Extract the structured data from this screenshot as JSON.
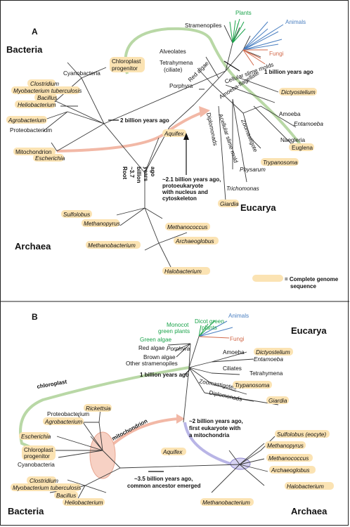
{
  "colors": {
    "highlight": "#fbe3b3",
    "plants": "#1aa34a",
    "animals": "#4a7fc1",
    "fungi": "#d2694a",
    "chloroplast_arrow": "#b9d8a6",
    "mito_arrow": "#f2b8a6",
    "archaea_ellipse": "#b9b5e6"
  },
  "panel_a": {
    "panel_label": "A",
    "domains": {
      "bacteria": "Bacteria",
      "eucarya": "Eucarya",
      "archaea": "Archaea"
    },
    "taxa": {
      "plants": "Plants",
      "animals": "Animals",
      "fungi": "Fungi",
      "stramenopiles": "Stramenopiles",
      "alveolates": "Alveolates",
      "tetrahymena": "Tetrahymena",
      "ciliate": "(ciliate)",
      "red_algae": "Red algae",
      "porphyra": "Porphyra",
      "cellular_slime": "Cellular slime molds",
      "dictyostelium": "Dictyostelium",
      "amoeba_flagellate": "Amoeba-flagellate",
      "amoeba": "Amoeba",
      "entamoeba": "Entamoeba",
      "naegleria": "Naegleria",
      "euglena": "Euglena",
      "zoomastigote": "Zoomastigote",
      "trypanosoma": "Trypanosoma",
      "acellular_slime": "Acellular slime mold",
      "physarum": "Physarum",
      "trichomonas": "Trichomonas",
      "diplomonads": "Diplomonads",
      "giardia": "Giardia",
      "chloroplast_prog": "Chloroplast",
      "progenitor": "progenitor",
      "cyanobacteria": "Cyanobacteria",
      "clostridium": "Clostridium",
      "myco": "Myobacterium tuberculosis",
      "bacillus": "Bacillus",
      "heliobacterium": "Heliobacterium",
      "agrobacterium": "Agrobacterium",
      "proteobacterium": "Proteobacterium",
      "mitochondrion": "Mitochondrion",
      "escherichia": "Escherichia",
      "aquifex": "Aquifex",
      "sulfolobus": "Sulfolobus",
      "methanopyrus": "Methanopyrus",
      "methanococcus": "Methanococcus",
      "archaeoglobus": "Archaeoglobus",
      "methanobacterium": "Methanobacterium",
      "halobacterium": "Halobacterium"
    },
    "notes": {
      "one_billion": "1 billion years ago",
      "two_billion": "2 billion years ago",
      "euk_1": "~2.1 billion years ago,",
      "euk_2": "protoeukaryote",
      "euk_3": "with nucleus and",
      "euk_4": "cytoskeleton",
      "root_1": "Root",
      "root_2": "~3.7",
      "root_3": "billion",
      "root_4": "years",
      "root_5": "ago"
    },
    "legend_1": "= Complete genome",
    "legend_2": "sequence"
  },
  "panel_b": {
    "panel_label": "B",
    "domains": {
      "eucarya": "Eucarya",
      "bacteria": "Bacteria",
      "archaea": "Archaea"
    },
    "taxa": {
      "animals": "Animals",
      "dicot_1": "Dicot green",
      "dicot_2": "plants",
      "monocot_1": "Monocot",
      "monocot_2": "green plants",
      "green_algae": "Green algae",
      "fungi": "Fungi",
      "red_algae": "Red algae",
      "porphyra": "Porphyra",
      "brown_algae": "Brown algae",
      "other_stram": "Other stramenopiles",
      "amoeba": "Amoeba",
      "dictyostelium": "Dictyostelium",
      "entamoeba": "Entamoeba",
      "ciliates": "Ciliates",
      "tetrahymena": "Tetrahymena",
      "zoomastigotes": "Zoomastigotes",
      "trypanosoma": "Trypanosoma",
      "diplomonads": "Diplomonads",
      "giardia": "Giardia",
      "rickettsia": "Rickettsia",
      "proteobacterium": "Proteobacterium",
      "agrobacterium": "Agrobacterium",
      "escherichia": "Escherichia",
      "chloroplast_prog": "Chloroplast",
      "progenitor": "progenitor",
      "cyanobacteria": "Cyanobacteria",
      "clostridium": "Clostridium",
      "myco": "Myobacterium tuberculosis",
      "bacillus": "Bacillus",
      "heliobacterium": "Heliobacterium",
      "aquifex": "Aquifex",
      "methanobacterium": "Methanobacterium",
      "sulfolobus": "Sulfolobus (eocyte)",
      "methanopyrus": "Methanopyrus",
      "methanococcus": "Methanococcus",
      "archaeoglobus": "Archaeoglobus",
      "halobacterium": "Halobacterium"
    },
    "notes": {
      "one_billion": "1 billion years ago",
      "two_1": "~2 billion years ago,",
      "two_2": "first eukaryote with",
      "two_3": "a mitochondria",
      "three_1": "~3.5 billion years ago,",
      "three_2": "common ancestor emerged",
      "chloroplast": "chloroplast",
      "mitochondrion": "mitochondrion"
    }
  }
}
